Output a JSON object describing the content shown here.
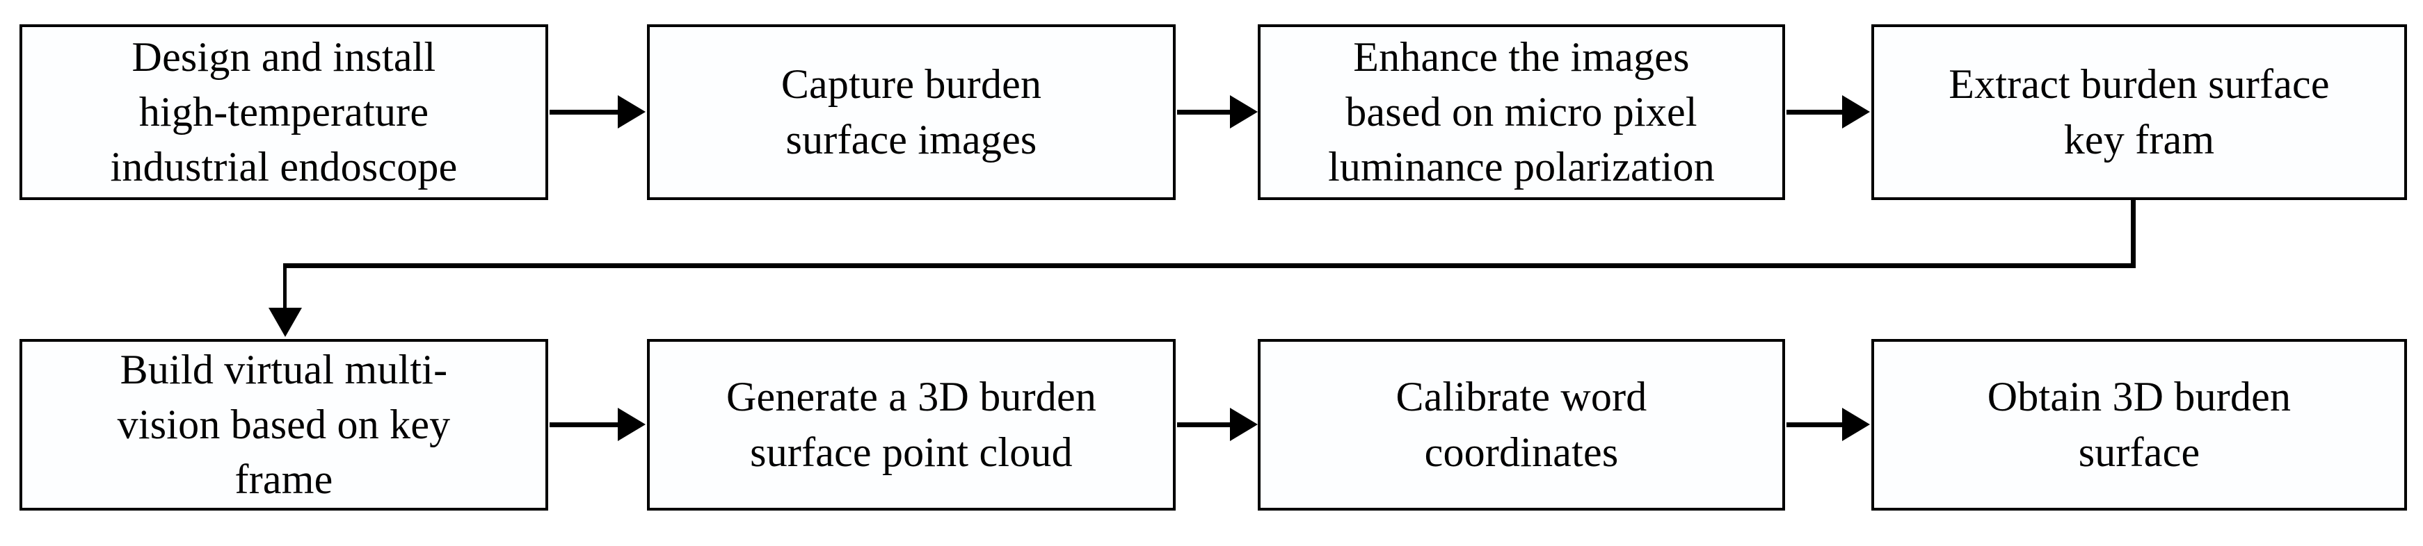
{
  "diagram": {
    "type": "flowchart",
    "orientation": "left-to-right, two rows with wrap",
    "nodes": [
      {
        "id": "n1",
        "label": "Design and install\nhigh-temperature\nindustrial endoscope"
      },
      {
        "id": "n2",
        "label": "Capture burden\nsurface images"
      },
      {
        "id": "n3",
        "label": "Enhance the images\nbased on micro pixel\nluminance polarization"
      },
      {
        "id": "n4",
        "label": "Extract burden surface\nkey fram"
      },
      {
        "id": "n5",
        "label": "Build virtual multi-\nvision based on key\nframe"
      },
      {
        "id": "n6",
        "label": "Generate a 3D burden\nsurface point cloud"
      },
      {
        "id": "n7",
        "label": "Calibrate word\ncoordinates"
      },
      {
        "id": "n8",
        "label": "Obtain 3D burden\nsurface"
      }
    ],
    "edges": [
      {
        "from": "n1",
        "to": "n2",
        "style": "straight-arrow"
      },
      {
        "from": "n2",
        "to": "n3",
        "style": "straight-arrow"
      },
      {
        "from": "n3",
        "to": "n4",
        "style": "straight-arrow"
      },
      {
        "from": "n4",
        "to": "n5",
        "style": "elbow-arrow"
      },
      {
        "from": "n5",
        "to": "n6",
        "style": "straight-arrow"
      },
      {
        "from": "n6",
        "to": "n7",
        "style": "straight-arrow"
      },
      {
        "from": "n7",
        "to": "n8",
        "style": "straight-arrow"
      }
    ],
    "colors": {
      "stroke": "#000000",
      "node_fill": "#fdfeff",
      "background": "#ffffff",
      "text": "#000000"
    }
  }
}
